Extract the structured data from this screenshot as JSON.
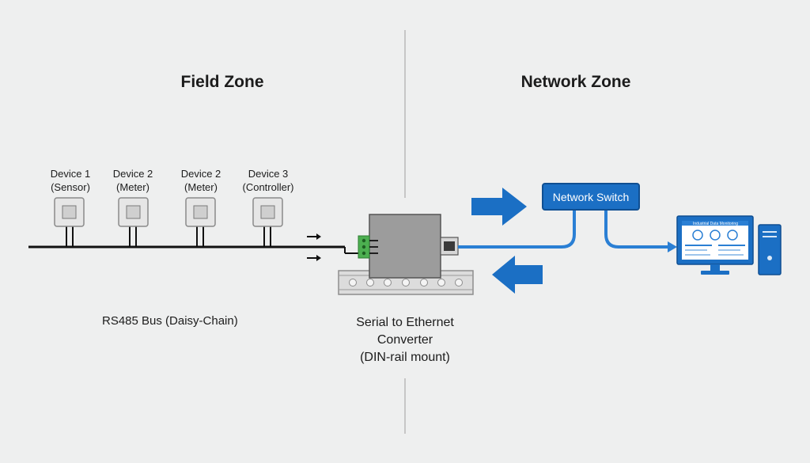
{
  "zones": {
    "field_title": "Field Zone",
    "network_title": "Network Zone"
  },
  "devices": [
    {
      "name": "Device 1",
      "role": "(Sensor)"
    },
    {
      "name": "Device 2",
      "role": "(Meter)"
    },
    {
      "name": "Device 2",
      "role": "(Meter)"
    },
    {
      "name": "Device 3",
      "role": "(Controller)"
    }
  ],
  "bus": {
    "label": "RS485 Bus (Daisy-Chain)"
  },
  "converter": {
    "line1": "Serial to Ethernet",
    "line2": "Converter",
    "line3": "(DIN-rail mount)"
  },
  "switch": {
    "label": "Network Switch"
  },
  "monitor": {
    "screen_title": "Industrial Data Monitoring"
  },
  "colors": {
    "accent_blue": "#1b6fc4",
    "link_blue": "#2a7fd4",
    "converter_gray": "#9c9c9c",
    "terminal_green": "#4caf50",
    "divider": "#b9b9b9"
  }
}
